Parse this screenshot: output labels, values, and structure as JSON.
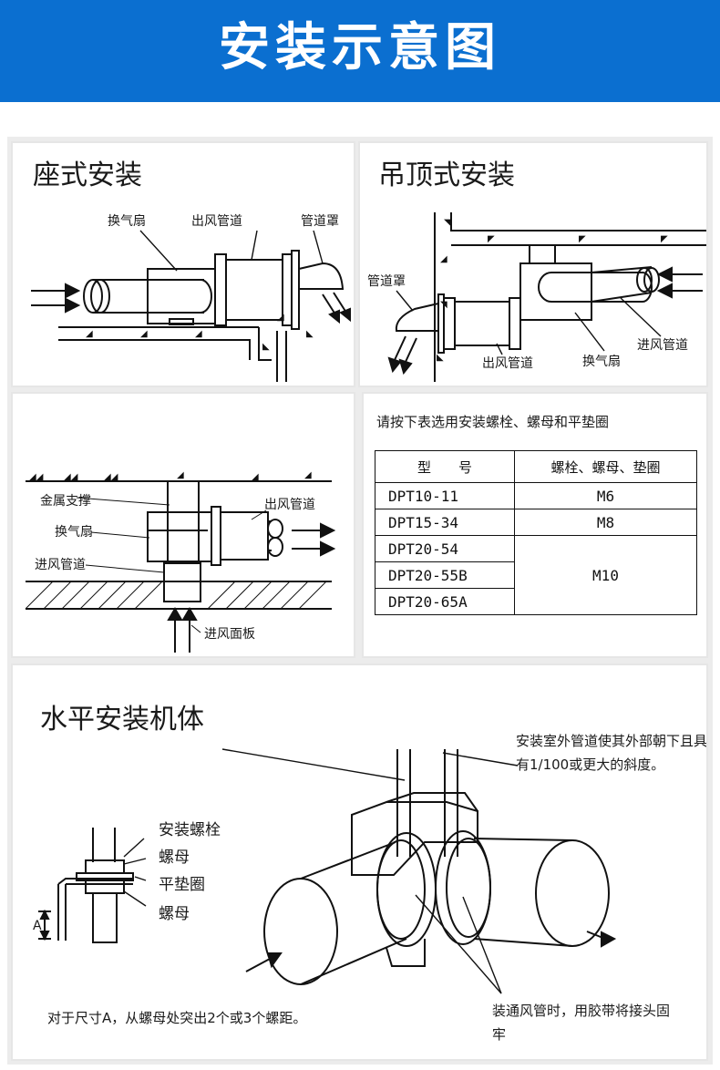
{
  "header": {
    "title": "安装示意图"
  },
  "panels": {
    "floor": {
      "title": "座式安装",
      "fan": "换气扇",
      "outlet_duct": "出风管道",
      "duct_hood": "管道罩"
    },
    "ceiling": {
      "title": "吊顶式安装",
      "duct_hood": "管道罩",
      "outlet_duct": "出风管道",
      "fan": "换气扇",
      "inlet_duct": "进风管道"
    },
    "support": {
      "metal_support": "金属支撑",
      "fan": "换气扇",
      "inlet_duct": "进风管道",
      "outlet_duct": "出风管道",
      "inlet_panel": "进风面板"
    },
    "table": {
      "caption": "请按下表选用安装螺栓、螺母和平垫圈",
      "headers": [
        "型　　号",
        "螺栓、螺母、垫圈"
      ],
      "rows": [
        {
          "model": "DPT10-11",
          "spec": "M6"
        },
        {
          "model": "DPT15-34",
          "spec": "M8"
        },
        {
          "model": "DPT20-54",
          "spec": "M10"
        },
        {
          "model": "DPT20-55B",
          "spec": ""
        },
        {
          "model": "DPT20-65A",
          "spec": ""
        }
      ]
    },
    "horizontal": {
      "title": "水平安装机体",
      "bolt": "安装螺栓",
      "nut_top": "螺母",
      "washer": "平垫圈",
      "nut_bottom": "螺母",
      "dim_a": "A",
      "note_slope": "安装室外管道使其外部朝下且具有1/100或更大的斜度。",
      "note_tape": "装通风管时，用胶带将接头固牢",
      "note_a": "对于尺寸A，从螺母处突出2个或3个螺距。"
    }
  },
  "colors": {
    "banner": "#0b6fd0",
    "panel_border": "#e6e6e6",
    "line": "#111111"
  }
}
